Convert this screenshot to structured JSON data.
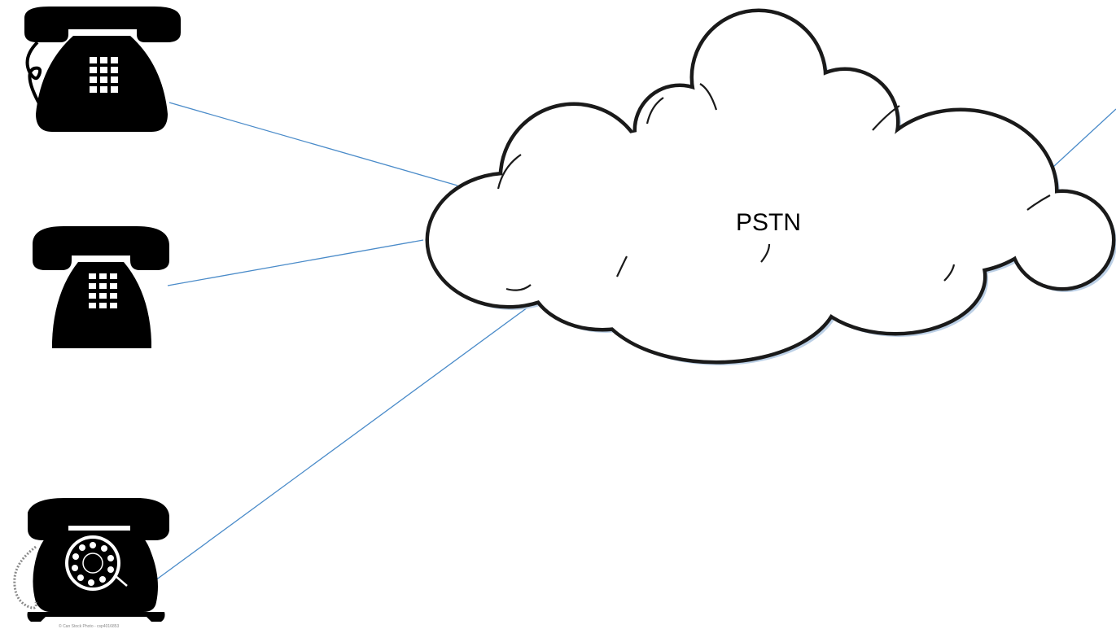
{
  "diagram": {
    "network": {
      "label": "PSTN",
      "shape": "cloud",
      "outline_color": "#1a1a1a",
      "fill_color": "#ffffff",
      "shadow_color": "#bcd0e6"
    },
    "connector_color": "#4a8bc9",
    "devices": [
      {
        "name": "desk-phone-corded",
        "icon": "keypad-phone-with-cord-icon"
      },
      {
        "name": "desk-phone-keypad",
        "icon": "keypad-phone-icon"
      },
      {
        "name": "rotary-phone",
        "icon": "rotary-phone-icon",
        "watermark": "© Can Stock Photo - csp4016853"
      }
    ],
    "links": [
      {
        "from": "desk-phone-corded",
        "to": "PSTN"
      },
      {
        "from": "desk-phone-keypad",
        "to": "PSTN"
      },
      {
        "from": "rotary-phone",
        "to": "PSTN"
      },
      {
        "from": "PSTN",
        "to": "off-page"
      }
    ]
  }
}
